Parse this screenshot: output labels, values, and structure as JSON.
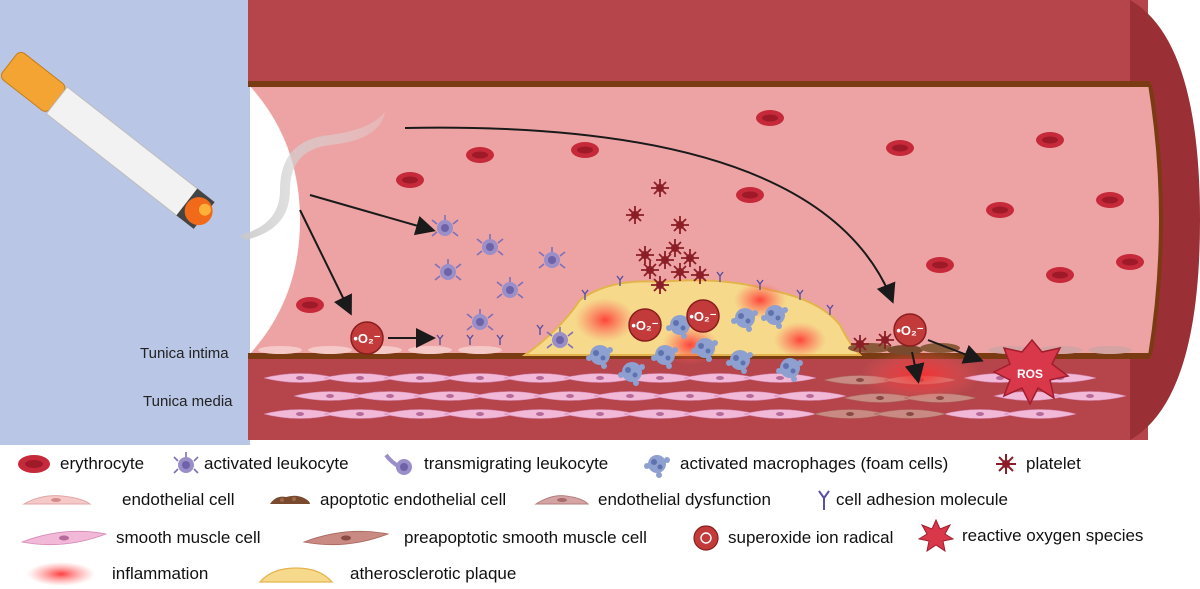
{
  "colors": {
    "vessel_wall": "#b5454a",
    "vessel_wall_dark": "#9a2f36",
    "lumen": "#eda3a4",
    "background_left": "#b9c6e6",
    "intima_line": "#7a3b12",
    "erythrocyte": "#c62a3a",
    "leukocyte": "#9a8fc8",
    "macrophage": "#8ea0cf",
    "platelet": "#8b1e26",
    "plaque": "#f6d98a",
    "inflammation": "#ff3b3b",
    "smooth_muscle": "#f1b8d8",
    "preapoptotic_muscle": "#c88a82",
    "superoxide": "#c23a3a",
    "ros": "#d9374a"
  },
  "diagram": {
    "layer_labels": {
      "intima": "Tunica intima",
      "media": "Tunica media"
    },
    "superoxide_label": "•O₂⁻",
    "ros_label": "ROS"
  },
  "legend": [
    {
      "icon": "erythrocyte-icon",
      "label": "erythrocyte"
    },
    {
      "icon": "activated-leukocyte-icon",
      "label": "activated leukocyte"
    },
    {
      "icon": "transmigrating-leukocyte-icon",
      "label": "transmigrating leukocyte"
    },
    {
      "icon": "activated-macrophage-icon",
      "label": "activated macrophages (foam cells)"
    },
    {
      "icon": "platelet-icon",
      "label": "platelet"
    },
    {
      "icon": "endothelial-cell-icon",
      "label": "endothelial cell"
    },
    {
      "icon": "apoptotic-endothelial-cell-icon",
      "label": "apoptotic endothelial cell"
    },
    {
      "icon": "endothelial-dysfunction-icon",
      "label": "endothelial dysfunction"
    },
    {
      "icon": "cell-adhesion-molecule-icon",
      "label": "cell adhesion molecule"
    },
    {
      "icon": "smooth-muscle-cell-icon",
      "label": "smooth muscle cell"
    },
    {
      "icon": "preapoptotic-smooth-muscle-cell-icon",
      "label": "preapoptotic smooth muscle cell"
    },
    {
      "icon": "superoxide-ion-radical-icon",
      "label": "superoxide ion radical"
    },
    {
      "icon": "reactive-oxygen-species-icon",
      "label": "reactive oxygen species"
    },
    {
      "icon": "inflammation-icon",
      "label": "inflammation"
    },
    {
      "icon": "atherosclerotic-plaque-icon",
      "label": "atherosclerotic plaque"
    }
  ]
}
